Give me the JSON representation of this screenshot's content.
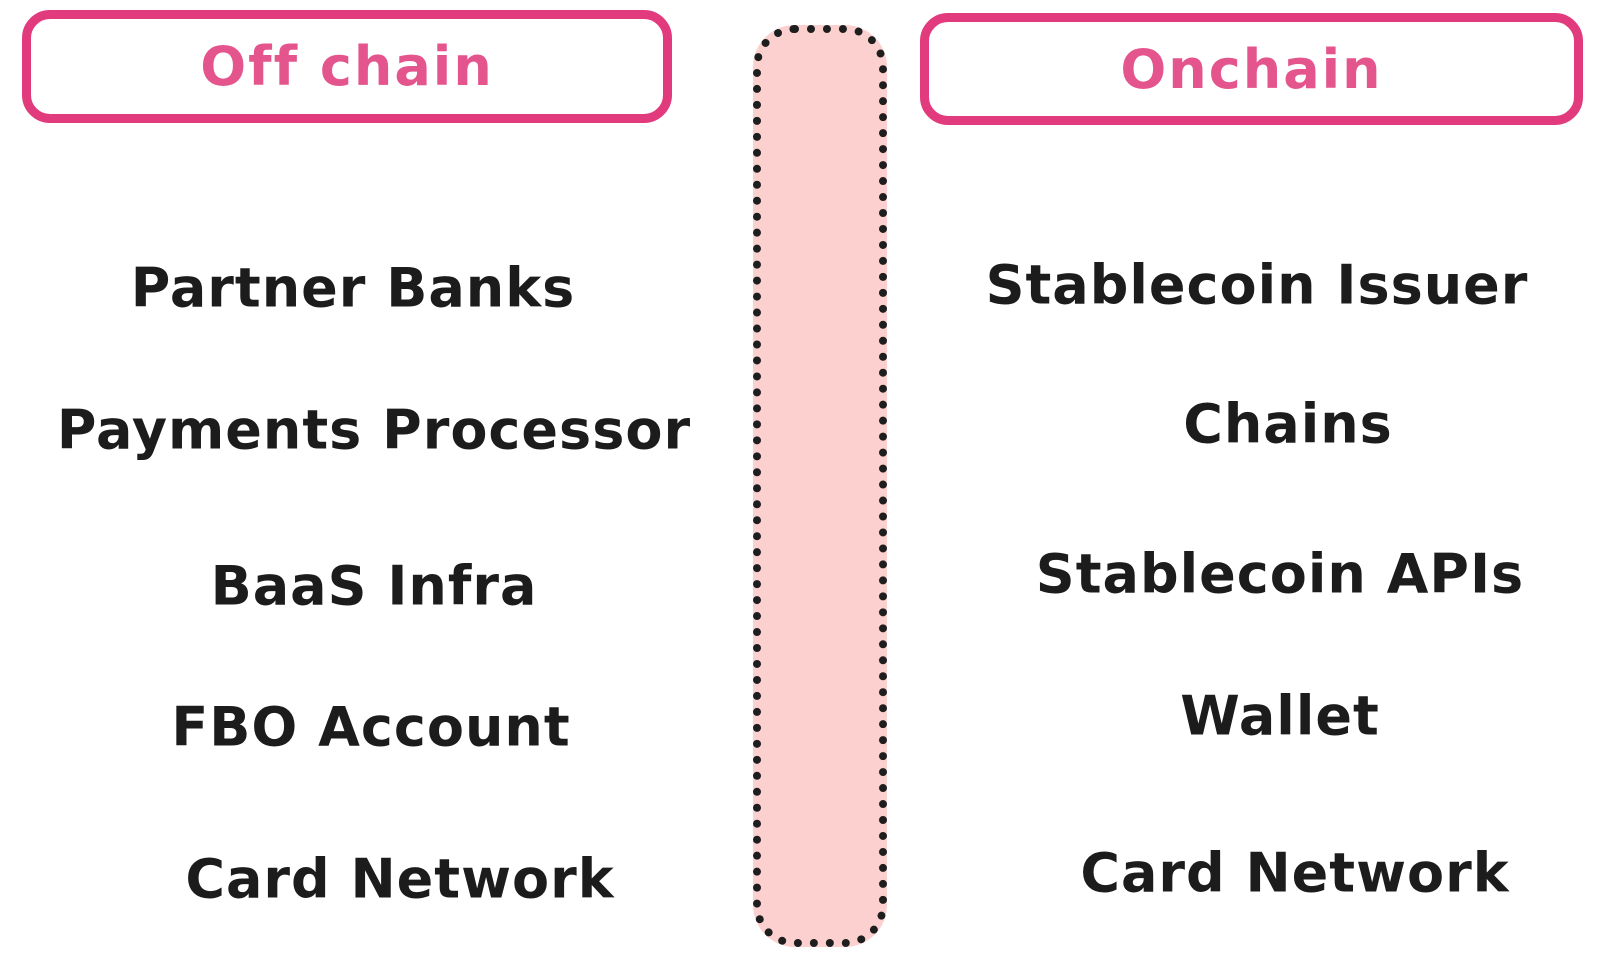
{
  "colors": {
    "accent_border": "#e23b7d",
    "accent_text": "#e4558e",
    "bar_fill": "#fbd0cf",
    "bar_dot": "#1e1e1e",
    "item_text": "#1c1c1c",
    "background": "#ffffff"
  },
  "columns": {
    "offchain": {
      "title": "Off chain",
      "items": [
        "Partner Banks",
        "Payments Processor",
        "BaaS Infra",
        "FBO Account",
        "Card Network"
      ]
    },
    "onchain": {
      "title": "Onchain",
      "items": [
        "Stablecoin Issuer",
        "Chains",
        "Stablecoin APIs",
        "Wallet",
        "Card Network"
      ]
    }
  }
}
